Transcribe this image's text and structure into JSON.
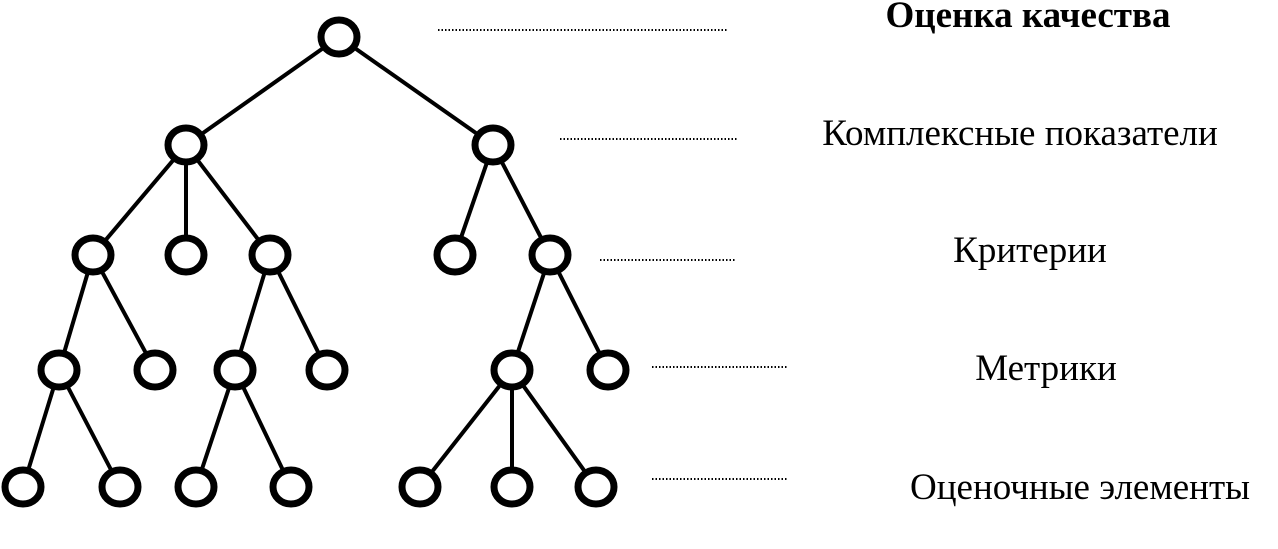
{
  "levels": [
    {
      "id": "quality-assessment",
      "label": "Оценка качества",
      "bold": true
    },
    {
      "id": "complex-indicators",
      "label": "Комплексные показатели",
      "bold": false
    },
    {
      "id": "criteria",
      "label": "Критерии",
      "bold": false
    },
    {
      "id": "metrics",
      "label": "Метрики",
      "bold": false
    },
    {
      "id": "evaluation-elements",
      "label": "Оценочные элементы",
      "bold": false
    }
  ],
  "tree": {
    "children": [
      {
        "children": [
          {
            "children": [
              {
                "children": [
                  {},
                  {}
                ]
              },
              {}
            ]
          },
          {},
          {
            "children": [
              {
                "children": [
                  {},
                  {}
                ]
              },
              {}
            ]
          }
        ]
      },
      {
        "children": [
          {},
          {
            "children": [
              {
                "children": [
                  {},
                  {},
                  {}
                ]
              },
              {}
            ]
          }
        ]
      }
    ]
  }
}
